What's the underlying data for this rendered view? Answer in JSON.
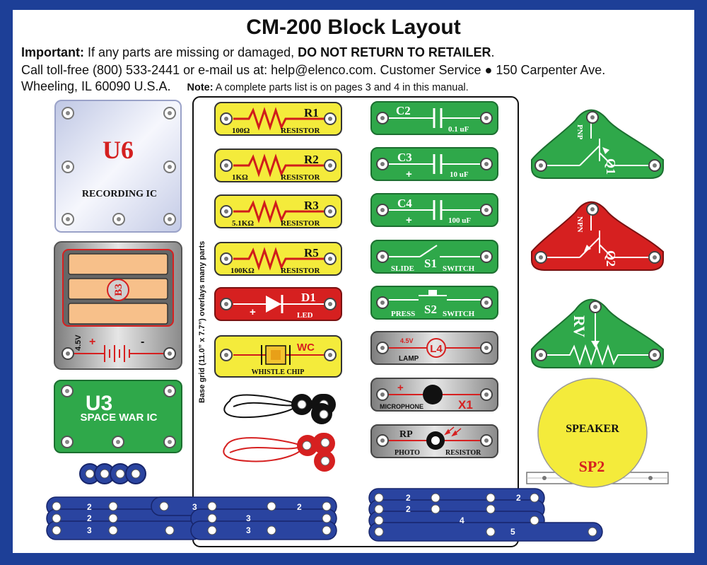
{
  "title": "CM-200 Block Layout",
  "notice": {
    "important_label": "Important:",
    "important_text": "If any parts are missing or damaged,",
    "important_bold": "DO NOT RETURN TO RETAILER",
    "important_end": ".",
    "contact_line": "Call toll-free (800) 533-2441 or e-mail us at:  help@elenco.com. Customer Service ● 150 Carpenter Ave.",
    "address": "Wheeling, IL  60090  U.S.A.",
    "note_label": "Note:",
    "note_text": "A complete parts list is on pages 3 and 4 in this manual."
  },
  "grid_label": "Base grid (11.0” x 7.7”) overlays many parts",
  "parts": {
    "u6": {
      "id": "U6",
      "name": "RECORDING IC"
    },
    "b3": {
      "id": "B3",
      "voltage": "4.5V",
      "plus": "+",
      "minus": "-"
    },
    "u3": {
      "id": "U3",
      "name": "SPACE WAR IC"
    },
    "r1": {
      "id": "R1",
      "value": "100Ω",
      "type": "RESISTOR"
    },
    "r2": {
      "id": "R2",
      "value": "1KΩ",
      "type": "RESISTOR"
    },
    "r3": {
      "id": "R3",
      "value": "5.1KΩ",
      "type": "RESISTOR"
    },
    "r5": {
      "id": "R5",
      "value": "100KΩ",
      "type": "RESISTOR"
    },
    "d1": {
      "id": "D1",
      "type": "LED",
      "plus": "+"
    },
    "wc": {
      "id": "WC",
      "type": "WHISTLE CHIP"
    },
    "c2": {
      "id": "C2",
      "value": "0.1 uF"
    },
    "c3": {
      "id": "C3",
      "value": "10 uF",
      "plus": "+"
    },
    "c4": {
      "id": "C4",
      "value": "100 uF",
      "plus": "+"
    },
    "s1": {
      "id": "S1",
      "left": "SLIDE",
      "right": "SWITCH"
    },
    "s2": {
      "id": "S2",
      "left": "PRESS",
      "right": "SWITCH"
    },
    "l4": {
      "id": "L4",
      "voltage": "4.5V",
      "type": "LAMP"
    },
    "x1": {
      "id": "X1",
      "type": "MICROPHONE",
      "plus": "+"
    },
    "rp": {
      "id": "RP",
      "left": "PHOTO",
      "right": "RESISTOR"
    },
    "q1": {
      "id": "Q1",
      "type": "PNP"
    },
    "q2": {
      "id": "Q2",
      "type": "NPN"
    },
    "rv": {
      "id": "RV"
    },
    "sp2": {
      "id": "SP2",
      "type": "SPEAKER"
    }
  },
  "wire_labels": {
    "left": [
      "2",
      "2",
      "3",
      "3",
      "3",
      "3",
      "2"
    ],
    "right": [
      "2",
      "2",
      "2",
      "4",
      "5"
    ]
  },
  "colors": {
    "background": "#1d3f97",
    "green": "#2fa84a",
    "yellow": "#f4eb3b",
    "red": "#d62020",
    "gray": "#9a9a9a",
    "blue_wire": "#2a44a0",
    "resistor_line": "#d01c1c"
  }
}
